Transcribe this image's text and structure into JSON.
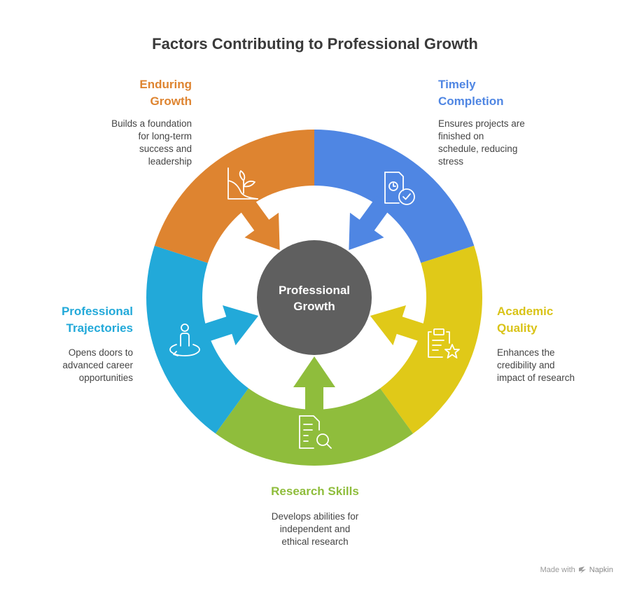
{
  "title": "Factors Contributing to Professional Growth",
  "center": {
    "line1": "Professional",
    "line2": "Growth",
    "color": "#5f5f5f"
  },
  "segments": [
    {
      "key": "timely",
      "title": [
        "Timely",
        "Completion"
      ],
      "description": [
        "Ensures projects are",
        "finished on",
        "schedule, reducing",
        "stress"
      ],
      "color": "#4f86e3",
      "icon": "clock-document-check-icon"
    },
    {
      "key": "academic",
      "title": [
        "Academic",
        "Quality"
      ],
      "description": [
        "Enhances the",
        "credibility and",
        "impact of research"
      ],
      "color": "#e0c918",
      "icon": "clipboard-star-icon"
    },
    {
      "key": "research",
      "title": [
        "Research Skills"
      ],
      "description": [
        "Develops abilities for",
        "independent and",
        "ethical research"
      ],
      "color": "#8fbd3c",
      "icon": "document-search-icon"
    },
    {
      "key": "trajectories",
      "title": [
        "Professional",
        "Trajectories"
      ],
      "description": [
        "Opens doors to",
        "advanced career",
        "opportunities"
      ],
      "color": "#22a9d9",
      "icon": "person-orbit-icon"
    },
    {
      "key": "enduring",
      "title": [
        "Enduring",
        "Growth"
      ],
      "description": [
        "Builds a foundation",
        "for long-term",
        "success and",
        "leadership"
      ],
      "color": "#de8430",
      "icon": "plant-growth-icon"
    }
  ],
  "footer": {
    "made_with": "Made with",
    "brand": "Napkin"
  }
}
